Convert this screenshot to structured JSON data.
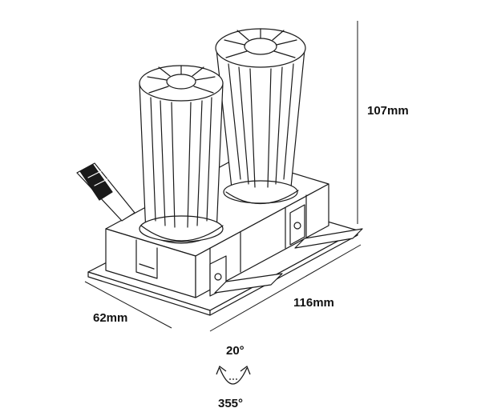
{
  "diagram": {
    "dimensions": {
      "height": "107mm",
      "length": "116mm",
      "width": "62mm"
    },
    "adjustment": {
      "tilt": "20°",
      "rotation": "355°"
    },
    "colors": {
      "line": "#1a1a1a",
      "fill": "#ffffff",
      "label": "#111111"
    }
  }
}
